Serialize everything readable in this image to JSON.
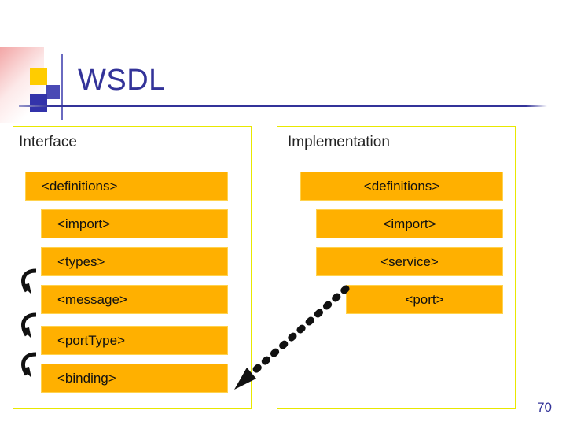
{
  "slide": {
    "title": "WSDL",
    "page_number": "70",
    "accent_color": "#333399",
    "box_color": "#ffb000",
    "panel_border_color": "#e8e800"
  },
  "columns": [
    {
      "heading": "Interface",
      "items": [
        {
          "label": "<definitions>",
          "indent": 0
        },
        {
          "label": "<import>",
          "indent": 1
        },
        {
          "label": "<types>",
          "indent": 1
        },
        {
          "label": "<message>",
          "indent": 1
        },
        {
          "label": "<portType>",
          "indent": 1
        },
        {
          "label": "<binding>",
          "indent": 1
        }
      ]
    },
    {
      "heading": "Implementation",
      "items": [
        {
          "label": "<definitions>",
          "indent": 0
        },
        {
          "label": "<import>",
          "indent": 1
        },
        {
          "label": "<service>",
          "indent": 1
        },
        {
          "label": "<port>",
          "indent": 2
        }
      ]
    }
  ],
  "annotations": {
    "hooks": "curved-arrow-hooks",
    "dotted_arrow": "dotted-diagonal-arrow"
  }
}
